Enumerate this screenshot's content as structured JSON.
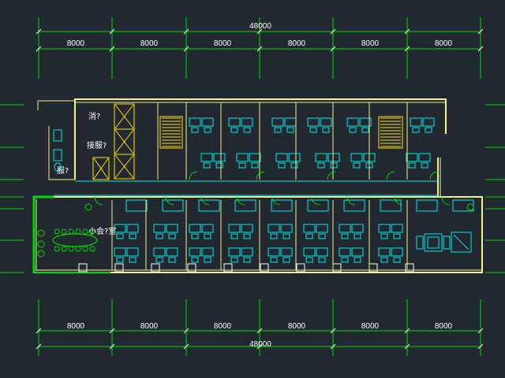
{
  "drawing": {
    "background": "#212830",
    "colors": {
      "grid": "#00d800",
      "wall": "#f2f28c",
      "furniture": "#00e8e8",
      "stair": "#ffe000",
      "fixture": "#4080ff",
      "text": "#ffffff"
    },
    "top_dimensions": {
      "total": "48000",
      "segments": [
        "8000",
        "8000",
        "8000",
        "8000",
        "8000",
        "8000"
      ]
    },
    "bottom_dimensions": {
      "total": "48000",
      "segments": [
        "8000",
        "8000",
        "8000",
        "8000",
        "8000",
        "8000"
      ]
    },
    "room_labels": {
      "water_room": "消?",
      "distribution": "接服?",
      "service": "服?",
      "meeting_room": "小会?室"
    }
  }
}
